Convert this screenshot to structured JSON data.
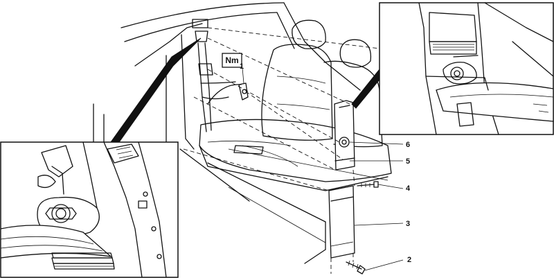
{
  "diagram": {
    "torque_badge": "Nm",
    "callouts": [
      {
        "id": "1",
        "text": "1"
      },
      {
        "id": "2",
        "text": "2"
      },
      {
        "id": "3",
        "text": "3"
      },
      {
        "id": "4",
        "text": "4"
      },
      {
        "id": "5",
        "text": "5"
      },
      {
        "id": "6",
        "text": "6"
      }
    ]
  }
}
